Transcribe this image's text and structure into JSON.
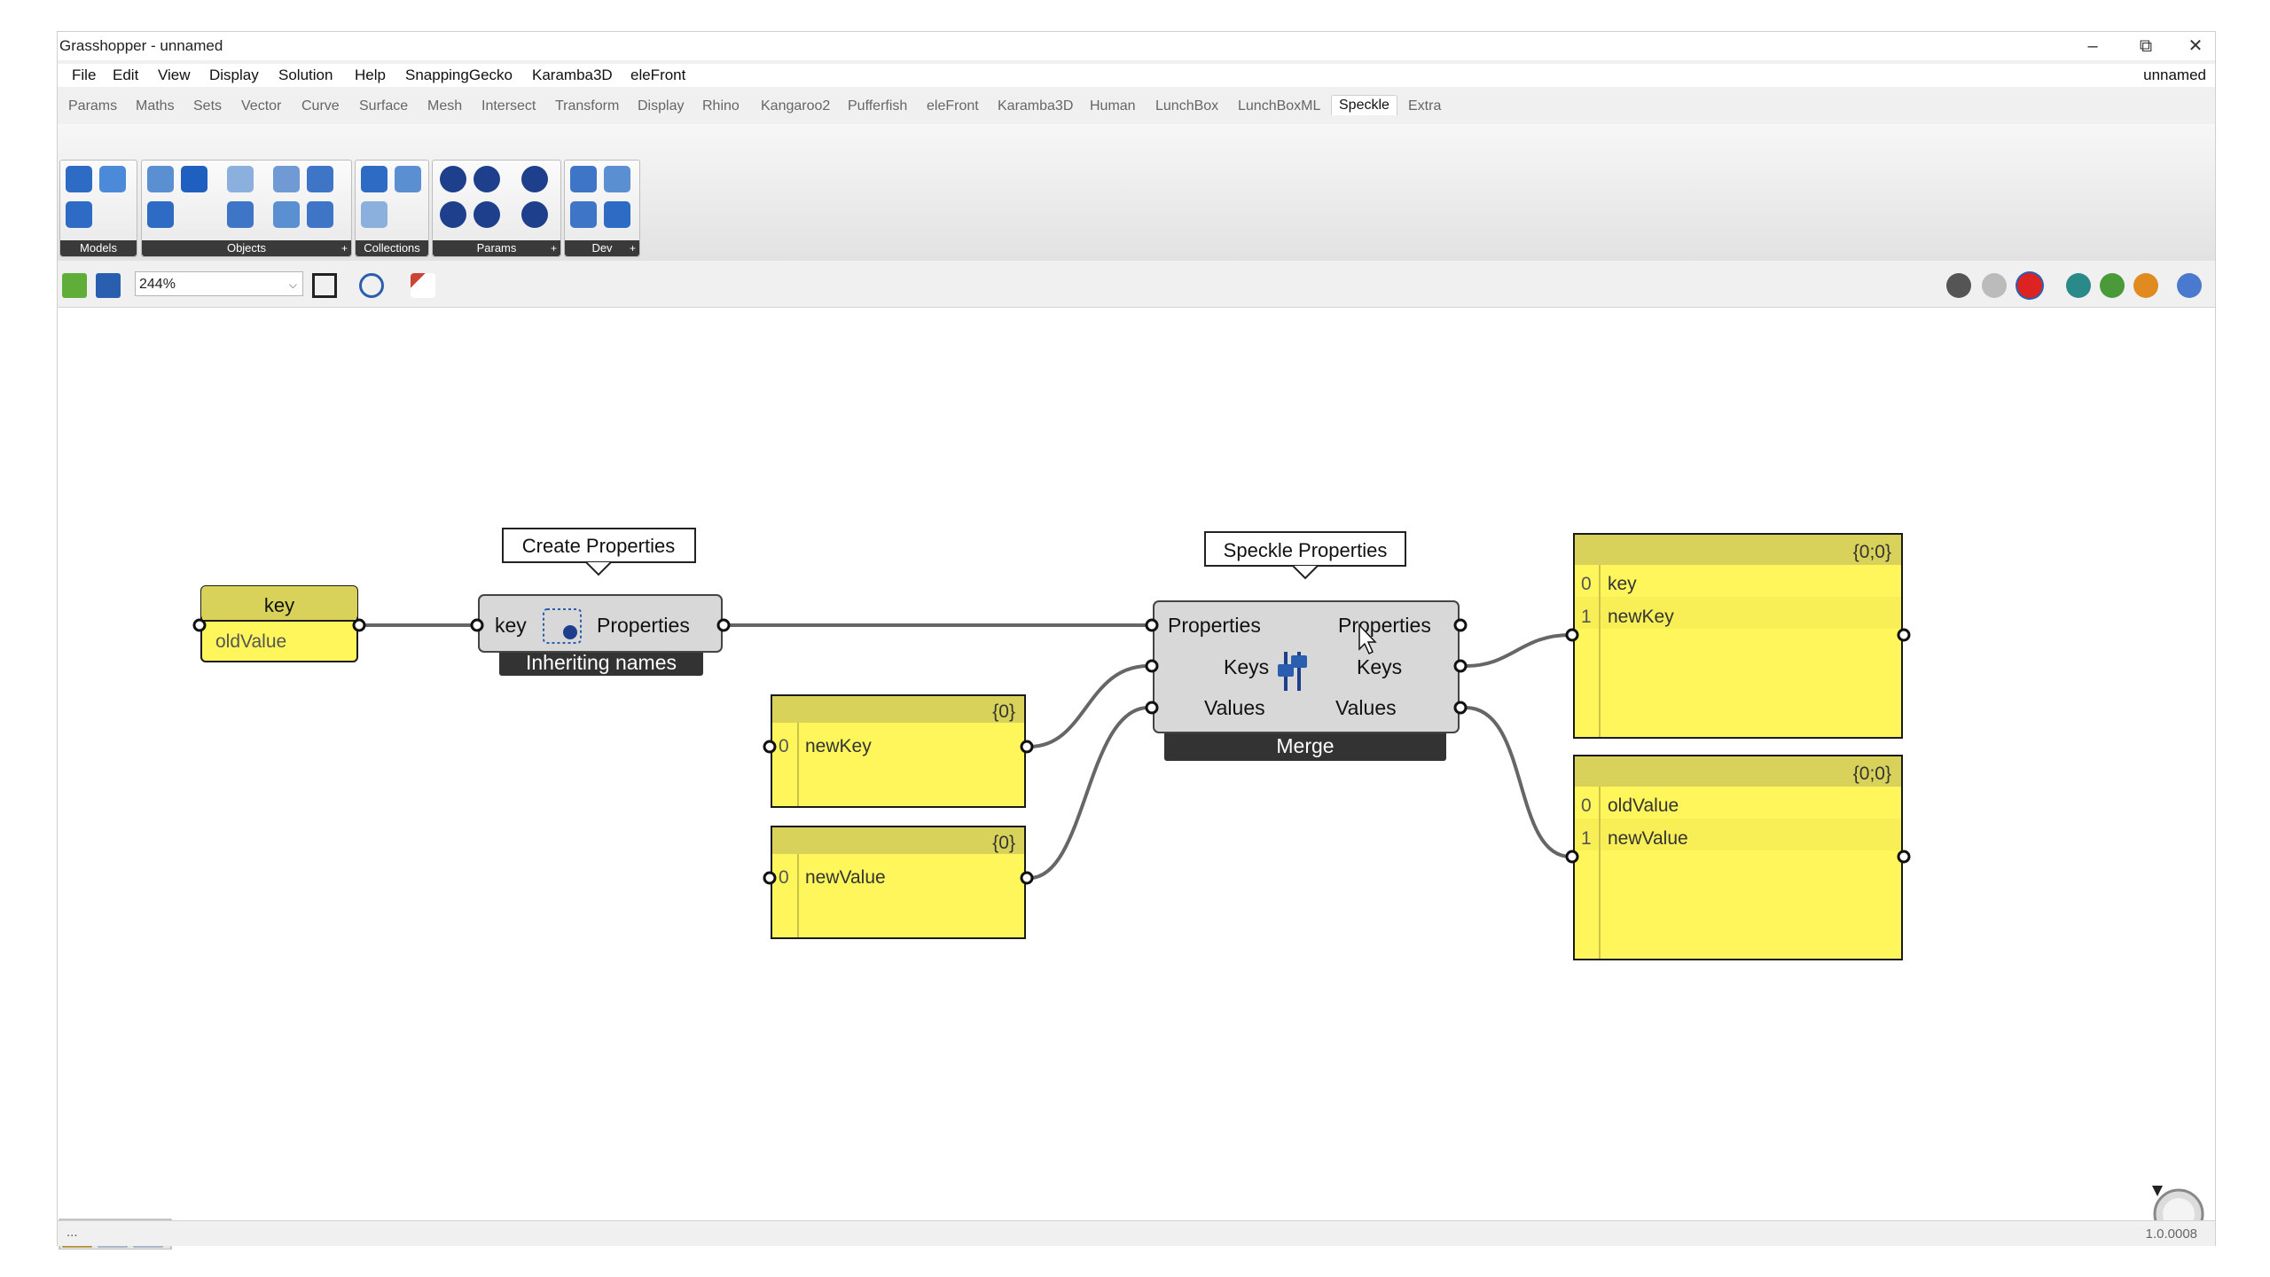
{
  "window": {
    "title": "Grasshopper - unnamed",
    "document_name": "unnamed"
  },
  "menu": [
    "File",
    "Edit",
    "View",
    "Display",
    "Solution",
    "Help",
    "SnappingGecko",
    "Karamba3D",
    "eleFront"
  ],
  "tabs": [
    "Params",
    "Maths",
    "Sets",
    "Vector",
    "Curve",
    "Surface",
    "Mesh",
    "Intersect",
    "Transform",
    "Display",
    "Rhino",
    "Kangaroo2",
    "Pufferfish",
    "eleFront",
    "Karamba3D",
    "Human",
    "LunchBox",
    "LunchBoxML",
    "Speckle",
    "Extra"
  ],
  "active_tab": "Speckle",
  "ribbon_panels": [
    "Models",
    "Objects",
    "Collections",
    "Params",
    "Dev"
  ],
  "zoom": "244%",
  "canvas": {
    "key_param": {
      "line1": "key",
      "line2": "oldValue"
    },
    "create_props": {
      "tooltip": "Create Properties",
      "input": "key",
      "output": "Properties",
      "footer": "Inheriting names"
    },
    "speckle_props": {
      "tooltip": "Speckle Properties",
      "inputs": [
        "Properties",
        "Keys",
        "Values"
      ],
      "outputs": [
        "Properties",
        "Keys",
        "Values"
      ],
      "footer": "Merge"
    },
    "panel_newkey": {
      "path": "{0}",
      "index": "0",
      "value": "newKey"
    },
    "panel_newvalue": {
      "path": "{0}",
      "index": "0",
      "value": "newValue"
    },
    "panel_keys": {
      "path": "{0;0}",
      "rows": [
        {
          "i": "0",
          "v": "key"
        },
        {
          "i": "1",
          "v": "newKey"
        }
      ]
    },
    "panel_values": {
      "path": "{0;0}",
      "rows": [
        {
          "i": "0",
          "v": "oldValue"
        },
        {
          "i": "1",
          "v": "newValue"
        }
      ]
    }
  },
  "status": {
    "left": "...",
    "version": "1.0.0008"
  },
  "colors": {
    "panel_yellow": "#fef65b",
    "panel_header": "#d8d25a",
    "component_gray": "#d6d6d6",
    "wire": "#666666"
  }
}
